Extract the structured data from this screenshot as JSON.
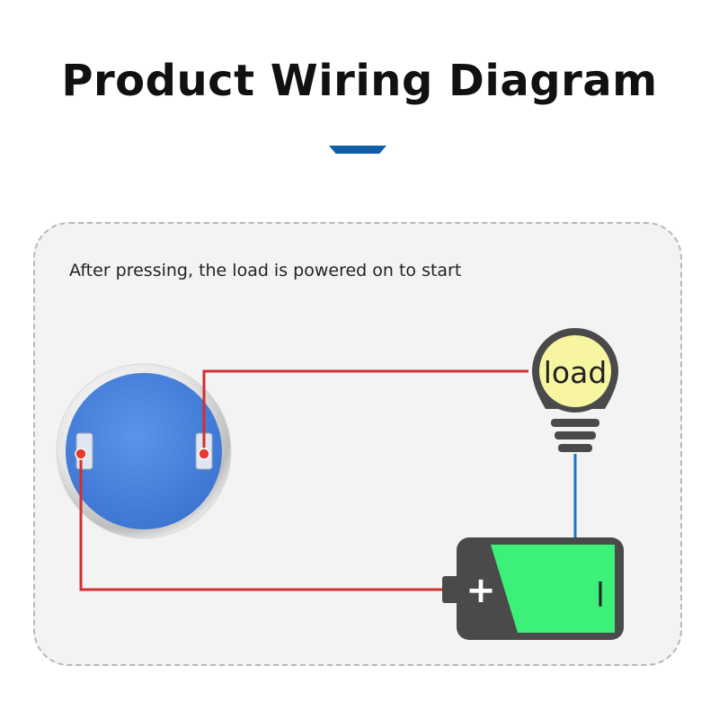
{
  "title": "Product Wiring Diagram",
  "caption": "After pressing, the load is powered on to start",
  "load_label": "load",
  "battery_plus": "+",
  "battery_minus": "|",
  "colors": {
    "accent": "#0f5fa8",
    "positive_wire": "#d32f2f",
    "return_wire": "#1e73c8",
    "button_face": "#4a86e0",
    "bulb_glass": "#f8f5a0",
    "battery_charge": "#3cf07a",
    "battery_body": "#4a4a4a"
  }
}
